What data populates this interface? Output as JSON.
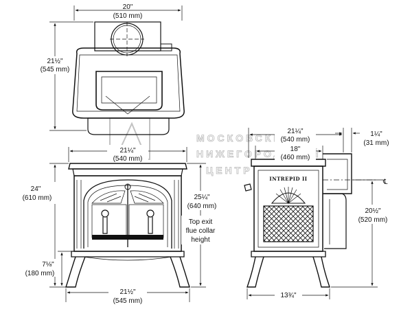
{
  "top_view": {
    "width_in": "20\"",
    "width_mm": "(510 mm)",
    "depth_in": "21½\"",
    "depth_mm": "(545 mm)"
  },
  "front_view": {
    "top_width_in": "21¼\"",
    "top_width_mm": "(540 mm)",
    "height_in": "24\"",
    "height_mm": "(610 mm)",
    "leg_height_in": "7⅛\"",
    "leg_height_mm": "(180 mm)",
    "base_width_in": "21½\"",
    "base_width_mm": "(545 mm)",
    "flue_height_in": "25¼\"",
    "flue_height_mm": "(640 mm)",
    "flue_note_1": "Top exit",
    "flue_note_2": "flue collar",
    "flue_note_3": "height"
  },
  "side_view": {
    "outer_width_in": "21¼\"",
    "outer_width_mm": "(540 mm)",
    "inner_width_in": "18\"",
    "inner_width_mm": "(460 mm)",
    "offset_in": "1¼\"",
    "offset_mm": "(31 mm)",
    "rear_height_in": "20½\"",
    "rear_height_mm": "(520 mm)",
    "leg_span_in": "13¾\"",
    "brand_label": "INTREPID II",
    "centerline_symbol": "℄"
  },
  "watermark": {
    "line1": "МОСКОВСКИЙ",
    "line2": "НИЖЕГОРОДСКИЙ",
    "line3": "ЦЕНТР"
  }
}
